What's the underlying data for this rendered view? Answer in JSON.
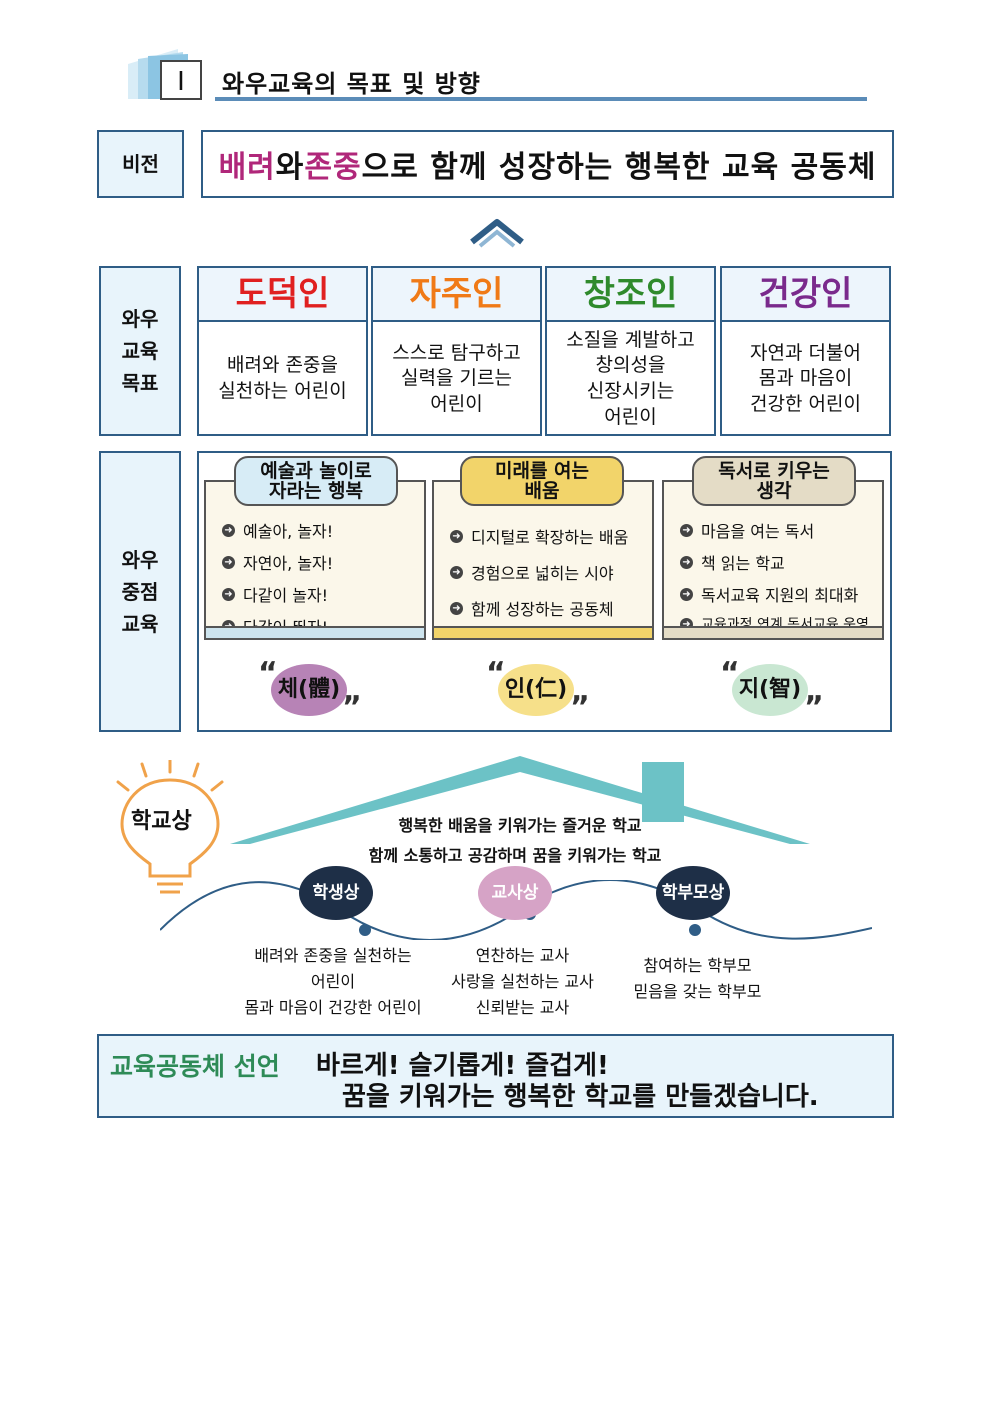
{
  "header": {
    "number": "Ⅰ",
    "title": "와우교육의 목표 및 방향"
  },
  "vision": {
    "label": "비전",
    "part1": "배려",
    "part2": "와 ",
    "part3": "존중",
    "part4": "으로 함께 성장하는 행복한 교육 공동체"
  },
  "goals": {
    "label": "와우\n교육\n목표",
    "items": [
      {
        "title": "도덕인",
        "desc": "배려와 존중을\n실천하는 어린이",
        "color": "#e02020"
      },
      {
        "title": "자주인",
        "desc": "스스로 탐구하고\n실력을 기르는\n어린이",
        "color": "#f07a17"
      },
      {
        "title": "창조인",
        "desc": "소질을 계발하고\n창의성을\n신장시키는\n어린이",
        "color": "#2f8a2c"
      },
      {
        "title": "건강인",
        "desc": "자연과 더불어\n몸과 마음이\n건강한 어린이",
        "color": "#7a2a8c"
      }
    ]
  },
  "focus": {
    "label": "와우\n중점\n교육",
    "cards": [
      {
        "title": "예술과 놀이로\n자라는 행복",
        "items": [
          "예술아, 놀자!",
          "자연아, 놀자!",
          "다같이 놀자!",
          "다같이 뛰자!"
        ],
        "keyword": "체(體)",
        "pill_color": "#d7ecf6",
        "strip_color": "#cde4ee",
        "blob_color": "#b783b6"
      },
      {
        "title": "미래를 여는\n배움",
        "items": [
          "디지털로 확장하는 배움",
          "경험으로 넓히는 시야",
          "함께 성장하는 공동체"
        ],
        "keyword": "인(仁)",
        "pill_color": "#f2d46a",
        "strip_color": "#f2d46a",
        "blob_color": "#f6e08a"
      },
      {
        "title": "독서로 키우는\n생각",
        "items": [
          "마음을 여는 독서",
          "책 읽는 학교",
          "독서교육 지원의 최대화",
          "교육과정 연계 독서교육 운영"
        ],
        "keyword": "지(智)",
        "pill_color": "#e4dcc6",
        "strip_color": "#e4dcc6",
        "blob_color": "#c9e7d2"
      }
    ]
  },
  "school": {
    "label": "학교상",
    "line1": "행복한 배움을 키워가는 즐거운 학교",
    "line2": "함께 소통하고 공감하며 꿈을 키워가는 학교",
    "roles": [
      {
        "name": "학생상",
        "desc": "배려와 존중을 실천하는\n어린이\n몸과 마음이 건강한 어린이",
        "color": "#1e2f47"
      },
      {
        "name": "교사상",
        "desc": "연찬하는 교사\n사랑을 실천하는 교사\n신뢰받는 교사",
        "color": "#d6a3c6"
      },
      {
        "name": "학부모상",
        "desc": "참여하는 학부모\n믿음을 갖는 학부모",
        "color": "#1e2f47"
      }
    ]
  },
  "declaration": {
    "label": "교육공동체 선언",
    "line1": "바르게! 슬기롭게! 즐겁게!",
    "line2": "꿈을 키워가는 행복한 학교를 만들겠습니다."
  }
}
